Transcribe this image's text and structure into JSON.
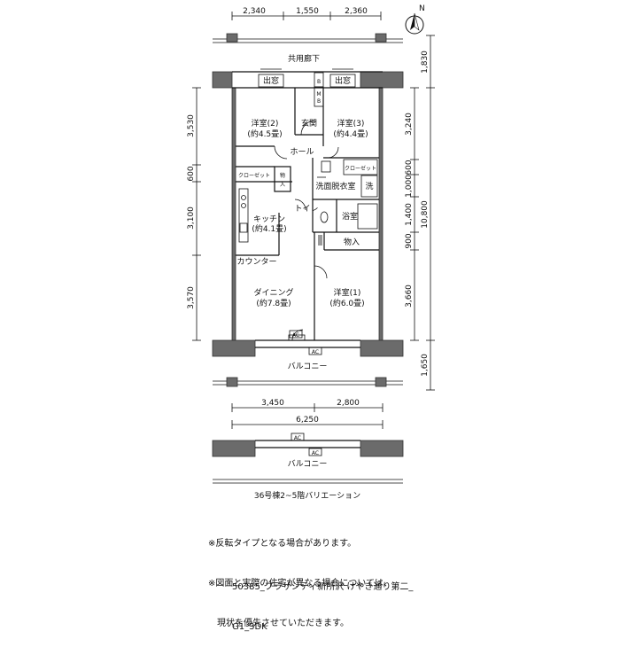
{
  "compass": "N",
  "dims_top": [
    "2,340",
    "1,550",
    "2,360"
  ],
  "dims_left": [
    "3,530",
    "600",
    "3,100",
    "3,570"
  ],
  "dims_right_inner": [
    "3,240",
    "600",
    "1,000",
    "1,400",
    "900",
    "3,660"
  ],
  "dims_right_outer": [
    "1,830",
    "10,800",
    "1,650"
  ],
  "dims_bottom": [
    "3,450",
    "2,800"
  ],
  "dim_bottom_total": "6,250",
  "rooms": {
    "corridor": "共用廊下",
    "storage_left": "出窓",
    "storage_right": "出窓",
    "meter_b": "B",
    "meter_mb": "MB",
    "western2": "洋室(2)",
    "western2_size": "(約4.5畳)",
    "entrance": "玄関",
    "western3": "洋室(3)",
    "western3_size": "(約4.4畳)",
    "hall": "ホール",
    "closet_left": "クローゼット",
    "closet_right": "クローゼット",
    "storage_in": "物入",
    "washroom": "洗面脱衣室",
    "washer": "洗",
    "toilet": "トイレ",
    "bath": "浴室",
    "kitchen": "キッチン",
    "kitchen_size": "(約4.1畳)",
    "storage2": "物入",
    "counter": "カウンター",
    "dining": "ダイニング",
    "dining_size": "(約7.8畳)",
    "western1": "洋室(1)",
    "western1_size": "(約6.0畳)",
    "ac1": "AC",
    "ac2": "AC",
    "balcony": "バルコニー"
  },
  "variation": {
    "ac1": "AC",
    "ac2": "AC",
    "balcony": "バルコニー",
    "caption": "36号棟2~5階バリエーション"
  },
  "notes": [
    "※反転タイプとなる場合があります。",
    "※図面と実際の住宅が異なる場合については、",
    "　現状を優先させていただきます。"
  ],
  "footer_line1": "50385_プラザシティ新所沢 けやき通り第二_",
  "footer_line2": "G1_3DK"
}
